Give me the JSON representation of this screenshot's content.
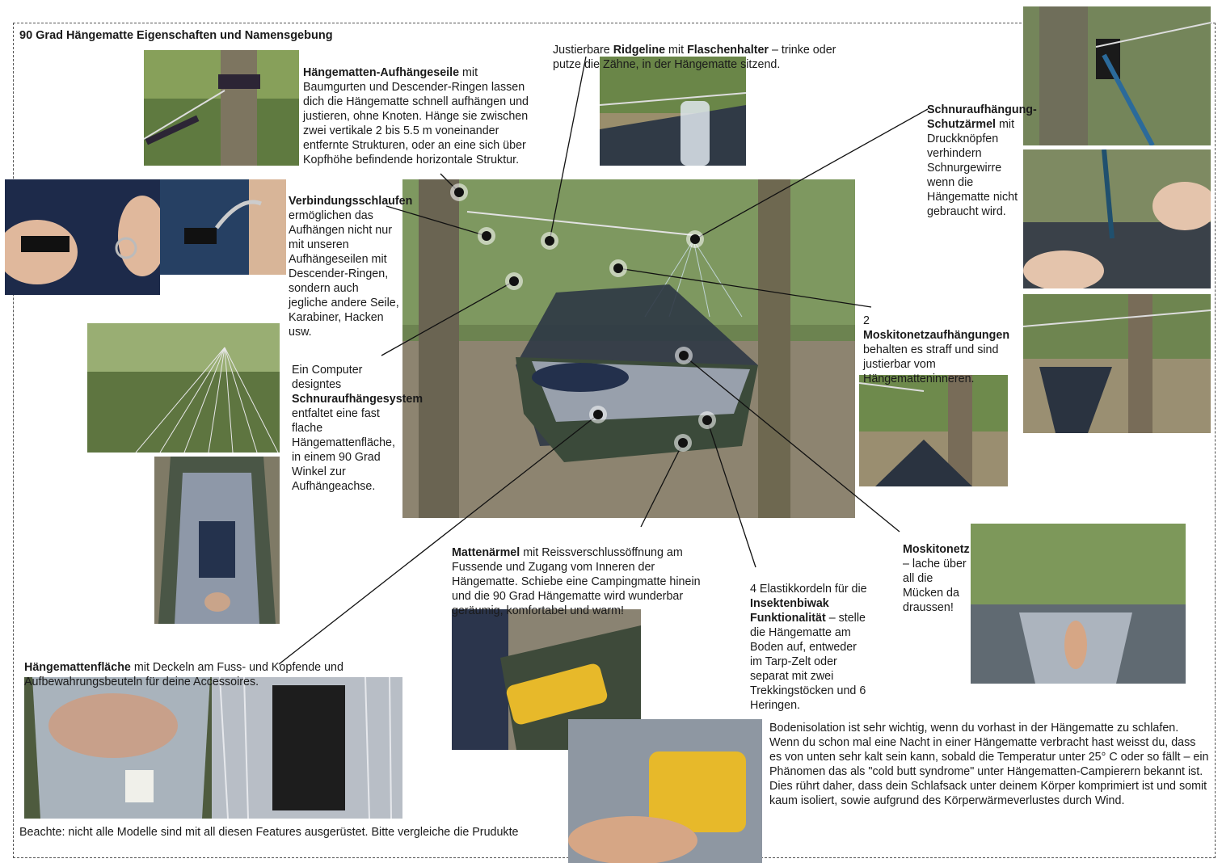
{
  "title": "90 Grad Hängematte Eigenschaften und Namensgebung",
  "sections": {
    "aufhaengeseile": {
      "bold": "Hängematten-Aufhängeseile",
      "text": " mit Baumgurten und Descender-Ringen lassen dich die Hängematte schnell aufhängen und justieren, ohne Knoten. Hänge sie zwischen zwei vertikale 2 bis 5.5 m voneinander entfernte Strukturen, oder an eine sich über Kopfhöhe befindende horizontale Struktur."
    },
    "ridgeline": {
      "pre": "Justierbare ",
      "bold1": "Ridgeline",
      "mid": " mit ",
      "bold2": "Flaschenhalter",
      "text": " – trinke oder putze die Zähne, in der Hängematte sitzend."
    },
    "schutzaermel": {
      "bold": "Schnuraufhängung-Schutzärmel",
      "text": " mit Druckknöpfen verhindern Schnurgewirre wenn die Hängematte nicht gebraucht wird."
    },
    "verbindungsschlaufen": {
      "bold": "Verbindungsschlaufen",
      "text": " ermöglichen das Aufhängen nicht nur mit unseren Aufhängeseilen mit Descender-Ringen, sondern auch jegliche andere Seile, Karabiner, Hacken usw."
    },
    "schnuraufhaengesystem": {
      "pre": "Ein Computer designtes ",
      "bold": "Schnuraufhängesystem",
      "text": " entfaltet eine fast flache Hängemattenfläche, in einem 90 Grad Winkel zur Aufhängeachse."
    },
    "moskitonetzaufhaengungen": {
      "pre": "2 ",
      "bold": "Moskitonetzaufhängungen",
      "text": " behalten es straff und sind justierbar vom Hängematteninneren."
    },
    "moskitonetz": {
      "bold": "Moskitonetz",
      "text": " – lache über all die Mücken da draussen!"
    },
    "mattenaermel": {
      "bold": "Mattenärmel",
      "text": " mit Reissverschlussöffnung am Fussende und Zugang vom Inneren der Hängematte. Schiebe eine Campingmatte hinein und die 90 Grad Hängematte wird wunderbar geräumig, komfortabel und warm!"
    },
    "elastikkordeln": {
      "pre": "4 Elastikkordeln für die ",
      "bold": "Insektenbiwak Funktionalität",
      "text": " – stelle die Hängematte am Boden auf, entweder im Tarp-Zelt oder separat mit zwei Trekkingstöcken und 6 Heringen."
    },
    "haengemattenflaeche": {
      "bold": "Hängemattenfläche",
      "text": " mit Deckeln am Fuss- und Kopfende und Aufbewahrungsbeuteln für deine Accessoires."
    },
    "bodenisolation": {
      "text": "Bodenisolation ist sehr wichtig, wenn du vorhast in der Hängematte zu schlafen. Wenn du schon mal eine Nacht in einer Hängematte verbracht hast weisst du, dass es von unten sehr kalt sein kann, sobald die Temperatur unter 25° C oder so fällt – ein Phänomen das als \"cold butt syndrome\" unter Hängematten-Campierern bekannt ist. Dies rührt daher, dass dein Schlafsack unter deinem Körper komprimiert ist und somit kaum isoliert, sowie aufgrund des Körperwärmeverlustes durch Wind."
    },
    "beachte": {
      "text": "Beachte: nicht alle Modelle sind mit all diesen Features ausgerüstet. Bitte vergleiche die Prudukte"
    }
  },
  "colors": {
    "forest": "#4f6b3a",
    "hammock": "#3e4a3a",
    "water": "#8a8770",
    "net": "#2a3340",
    "mat": "#e7b92a"
  }
}
